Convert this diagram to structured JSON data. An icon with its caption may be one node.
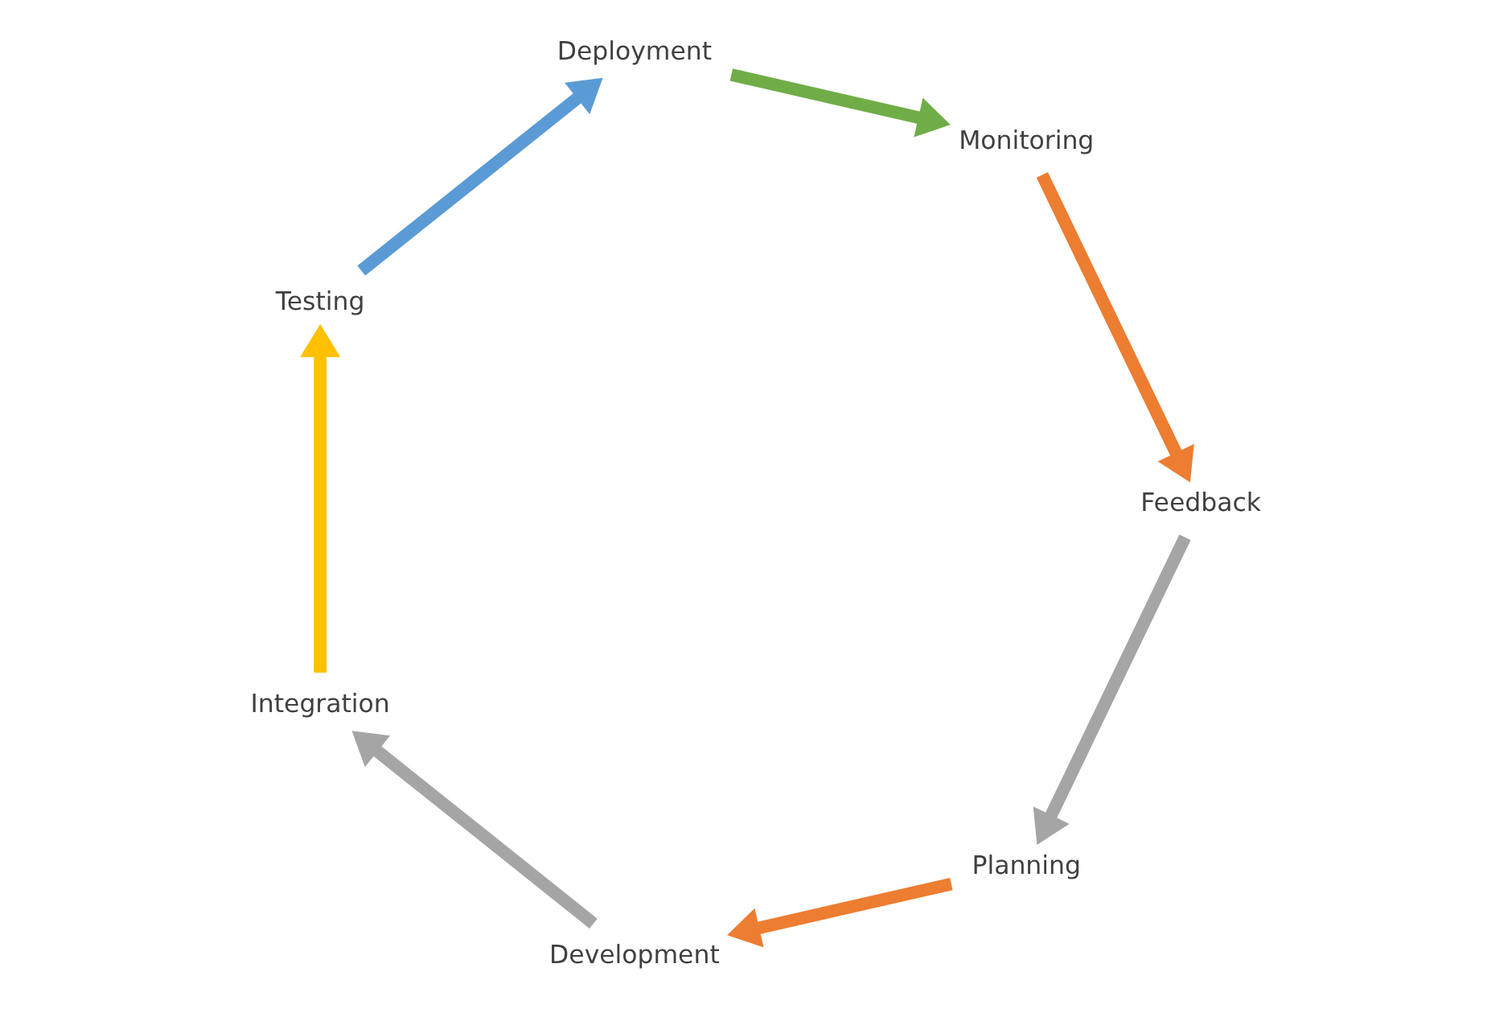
{
  "diagram": {
    "nodes": [
      {
        "text": [
          "Planning"
        ]
      },
      {
        "text": [
          "Development"
        ]
      },
      {
        "text": [
          "Integration"
        ]
      },
      {
        "text": [
          "Testing"
        ]
      },
      {
        "text": [
          "Deployment"
        ]
      },
      {
        "text": [
          "Monitoring"
        ]
      },
      {
        "text": [
          "Feedback"
        ]
      }
    ],
    "edges": [
      {
        "from": 0,
        "to": 1,
        "arrow": "to",
        "color": "#ed7d31"
      },
      {
        "from": 1,
        "to": 2,
        "arrow": "to",
        "color": "#a5a5a5"
      },
      {
        "from": 2,
        "to": 3,
        "arrow": "to",
        "color": "#ffc000"
      },
      {
        "from": 3,
        "to": 4,
        "arrow": "to",
        "color": "#5b9bd5"
      },
      {
        "from": 4,
        "to": 5,
        "arrow": "to",
        "color": "#70ad47"
      },
      {
        "from": 5,
        "to": 6,
        "arrow": "to",
        "color": "#ed7d31"
      },
      {
        "from": 6,
        "to": 0,
        "arrow": "to",
        "color": "#a5a5a5"
      }
    ]
  }
}
